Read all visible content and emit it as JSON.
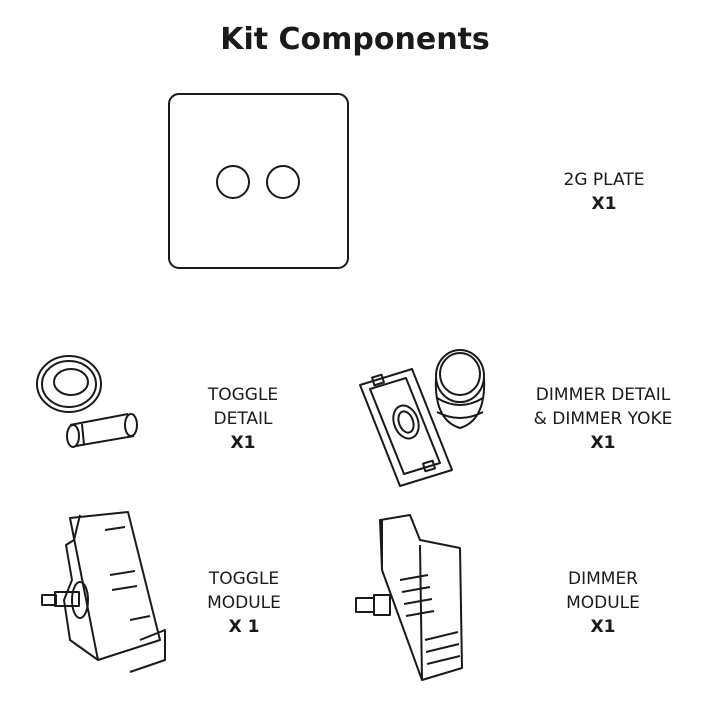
{
  "title": "Kit Components",
  "components": [
    {
      "name_lines": [
        "2G PLATE"
      ],
      "qty": "X1"
    },
    {
      "name_lines": [
        "TOGGLE",
        "DETAIL"
      ],
      "qty": "X1"
    },
    {
      "name_lines": [
        "DIMMER DETAIL",
        "& DIMMER YOKE"
      ],
      "qty": "X1"
    },
    {
      "name_lines": [
        "TOGGLE",
        "MODULE"
      ],
      "qty": "X 1"
    },
    {
      "name_lines": [
        "DIMMER",
        "MODULE"
      ],
      "qty": "X1"
    }
  ]
}
